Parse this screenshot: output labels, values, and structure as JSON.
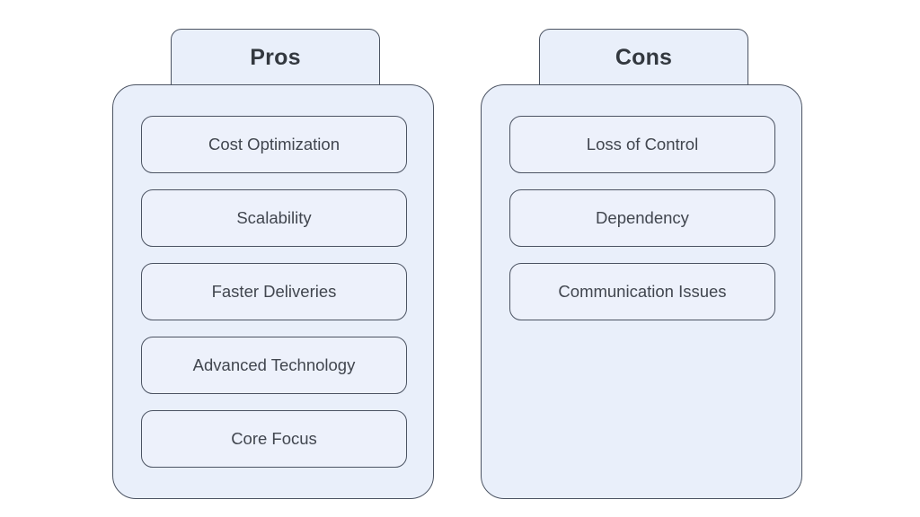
{
  "columns": [
    {
      "title": "Pros",
      "items": [
        "Cost Optimization",
        "Scalability",
        "Faster Deliveries",
        "Advanced Technology",
        "Core Focus"
      ]
    },
    {
      "title": "Cons",
      "items": [
        "Loss of Control",
        "Dependency",
        "Communication Issues"
      ]
    }
  ],
  "colors": {
    "background": "#ffffff",
    "node_fill": "#e9effa",
    "node_border": "#4b5362",
    "title_text": "#33383f",
    "item_text": "#41464f"
  }
}
